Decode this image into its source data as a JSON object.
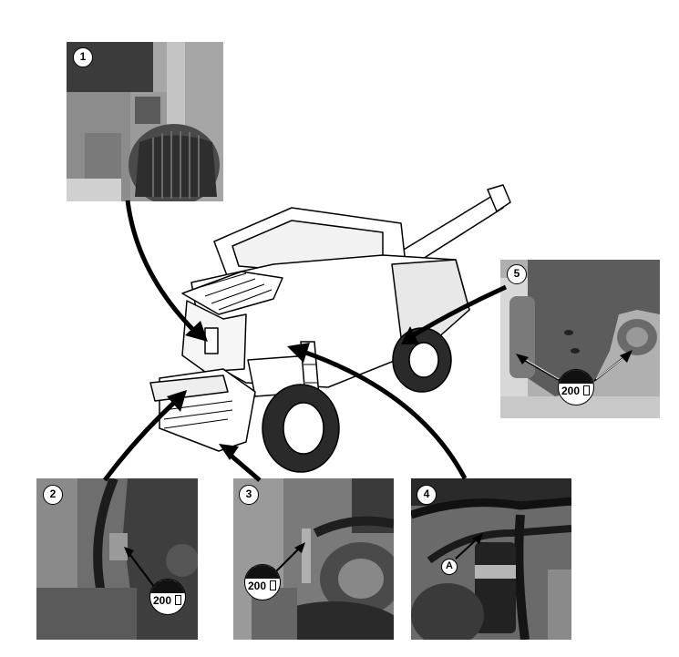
{
  "callouts": {
    "c1": "1",
    "c2": "2",
    "c3": "3",
    "c4": "4",
    "c5": "5"
  },
  "badges": {
    "b2": "200",
    "b3": "200",
    "b5": "200"
  },
  "labels": {
    "a": "A"
  },
  "colors": {
    "photo_dark": "#3a3a3a",
    "photo_mid": "#6e6e6e",
    "photo_light": "#b5b5b5",
    "arrow": "#000000"
  }
}
